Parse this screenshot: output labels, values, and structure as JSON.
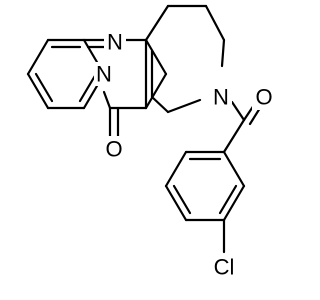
{
  "molecule": {
    "atoms": {
      "n_imine": "N",
      "n_ring_fused": "N",
      "n_amide": "N",
      "o_ketone": "O",
      "o_carbonyl": "O",
      "chlorine": "Cl"
    }
  }
}
